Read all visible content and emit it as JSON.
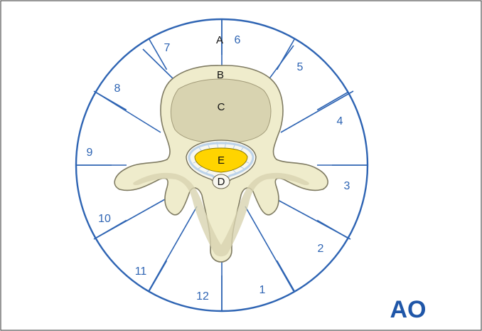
{
  "colors": {
    "frame": "#333333",
    "clock_lines": "#2e64b3",
    "bone_outer": "#efeccc",
    "bone_inner": "#d8d3b0",
    "bone_outline": "#7f7b62",
    "canal_fill": "#f8f7ef",
    "canal_stripe": "#bcd3ea",
    "highlight": "#ffd400",
    "logo": "#1f56a8"
  },
  "sectors": [
    {
      "label": "1"
    },
    {
      "label": "2"
    },
    {
      "label": "3"
    },
    {
      "label": "4"
    },
    {
      "label": "5"
    },
    {
      "label": "6"
    },
    {
      "label": "7"
    },
    {
      "label": "8"
    },
    {
      "label": "9"
    },
    {
      "label": "10"
    },
    {
      "label": "11"
    },
    {
      "label": "12"
    }
  ],
  "regions": {
    "A": "A",
    "B": "B",
    "C": "C",
    "D": "D",
    "E": "E"
  },
  "logo": {
    "text": "AO"
  }
}
